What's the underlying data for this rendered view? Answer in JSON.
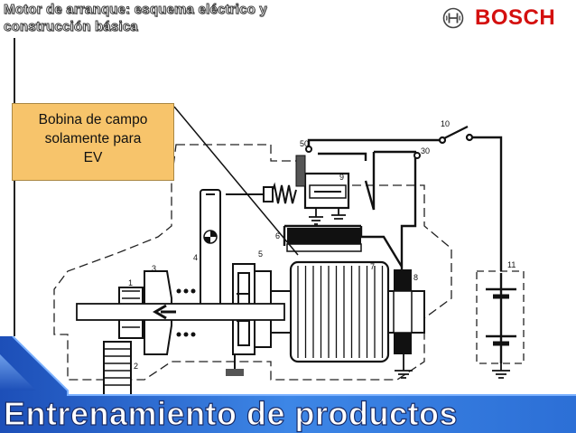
{
  "header": {
    "title_line1": "Motor de arranque: esquema eléctrico y",
    "title_line2": "construcción básica",
    "brand": "BOSCH",
    "brand_color": "#d4100f",
    "logo_icon": "bosch-armature-icon"
  },
  "callout": {
    "line1": "Bobina de campo",
    "line2": "solamente para",
    "line3": "EV",
    "background": "#f7c46b"
  },
  "diagram": {
    "labels": {
      "l1": "1",
      "l2": "2",
      "l3": "3",
      "l4": "4",
      "l5": "5",
      "l6": "6",
      "l7": "7",
      "l8": "8",
      "l9": "9",
      "l10": "10",
      "l11": "11",
      "l30": "30",
      "l50": "50"
    }
  },
  "footer": {
    "banner_text": "Entrenamiento de productos",
    "banner_color": "#2c6fd6"
  }
}
